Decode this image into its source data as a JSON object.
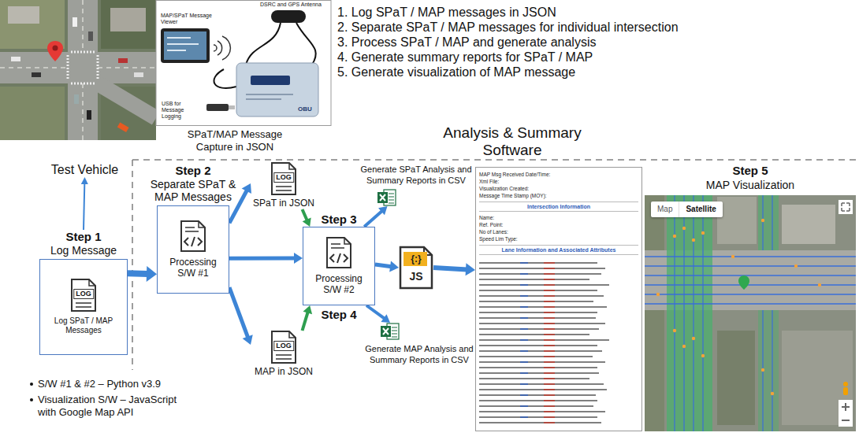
{
  "diagram": {
    "nodes": [
      {
        "text": [
          "Test Vehicle"
        ]
      },
      {
        "text": [
          "Step 1",
          "Log Message",
          "LOG",
          "Log SPaT / MAP Messages"
        ]
      },
      {
        "text": [
          "Step 2",
          "Separate SPaT & MAP Messages",
          "Processing S/W #1"
        ]
      },
      {
        "text": [
          "LOG",
          "SPaT in JSON"
        ]
      },
      {
        "text": [
          "LOG",
          "MAP in JSON"
        ]
      },
      {
        "text": [
          "Step 3",
          "Processing S/W #2",
          "Step 4"
        ]
      },
      {
        "text": [
          "Generate SPaT Analysis and Summary Reports in CSV"
        ]
      },
      {
        "text": [
          "Generate MAP Analysis and Summary Reports in CSV"
        ]
      },
      {
        "text": [
          "{:}",
          "JS"
        ]
      },
      {
        "text": [
          "MAP Msg Received Date/Time:",
          "Xml File:",
          "Visualization Created:",
          "Message Time Stamp (MOY):",
          "Intersection Information",
          "Name:",
          "Ref. Point:",
          "No of Lanes:",
          "Speed Lim Type:",
          "Lane Information and Associated Attributes"
        ]
      },
      {
        "text": [
          "Step 5",
          "MAP Visualization",
          "Map",
          "Satellite"
        ]
      }
    ],
    "edges": [
      {
        "from": 1,
        "to": 0,
        "arrow": "to"
      },
      {
        "from": 1,
        "to": 2,
        "arrow": "to"
      },
      {
        "from": 2,
        "to": 3,
        "arrow": "to"
      },
      {
        "from": 2,
        "to": 4,
        "arrow": "to"
      },
      {
        "from": 2,
        "to": 5,
        "arrow": "to"
      },
      {
        "from": 3,
        "to": 5,
        "arrow": "to"
      },
      {
        "from": 4,
        "to": 5,
        "arrow": "to"
      },
      {
        "from": 5,
        "to": 6,
        "arrow": "to"
      },
      {
        "from": 5,
        "to": 7,
        "arrow": "to"
      },
      {
        "from": 5,
        "to": 8,
        "arrow": "to"
      },
      {
        "from": 8,
        "to": 9,
        "arrow": "to"
      }
    ],
    "labels": [
      "1. Log SPaT / MAP messages in JSON",
      "2. Separate SPaT / MAP messages for individual intersection",
      "3. Process SPaT / MAP and generate analysis",
      "4. Generate summary reports for SPaT / MAP",
      "5. Generate visualization of MAP message",
      "MAP/SPaT Message Viewer",
      "DSRC and GPS Antenna",
      "USB for Message Logging",
      "OBU",
      "SPaT/MAP Message Capture in JSON",
      "Analysis & Summary Software",
      "S/W #1 & #2 – Python v3.9",
      "Visualization S/W – JavaScript with Google Map API"
    ]
  }
}
